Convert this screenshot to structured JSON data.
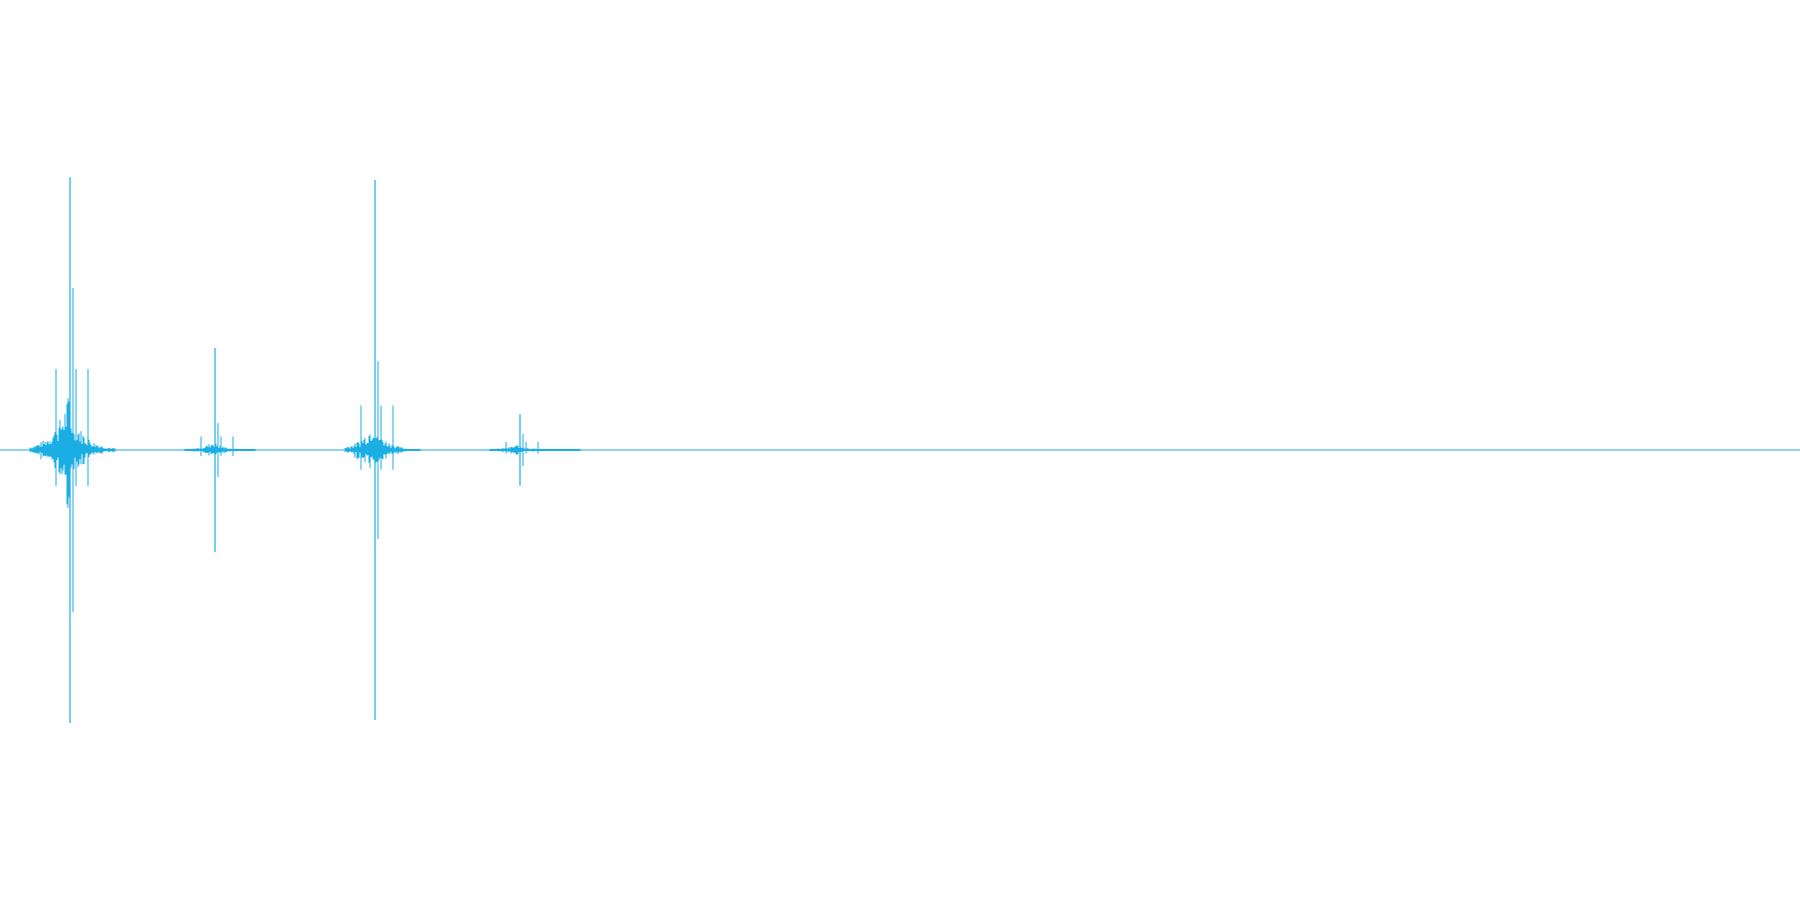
{
  "waveform": {
    "color": "#1aaee5",
    "background": "#ffffff",
    "bursts": [
      {
        "name": "burst-1",
        "peak_up": 0.91,
        "peak_down": 0.91,
        "secondary": 0.6,
        "spread": "wide"
      },
      {
        "name": "burst-2",
        "peak_up": 0.34,
        "peak_down": 0.34,
        "secondary": 0.1,
        "spread": "narrow"
      },
      {
        "name": "burst-3",
        "peak_up": 0.9,
        "peak_down": 0.9,
        "secondary": 0.33,
        "spread": "wide"
      },
      {
        "name": "burst-4",
        "peak_up": 0.12,
        "peak_down": 0.12,
        "secondary": 0.06,
        "spread": "narrow"
      }
    ]
  }
}
